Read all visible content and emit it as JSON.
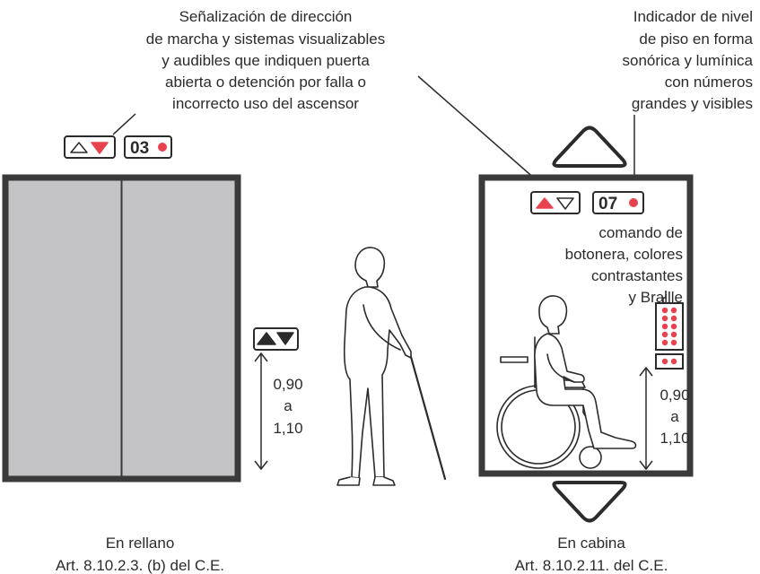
{
  "annotations": {
    "signal": {
      "lines": [
        "Señalización de dirección",
        "de marcha y sistemas visualizables",
        "y audibles que indiquen puerta",
        "abierta o detención por falla o",
        "incorrecto uso del ascensor"
      ]
    },
    "floor_indicator": {
      "lines": [
        "Indicador de nivel",
        "de piso en forma",
        "sonórica y lumínica",
        "con números",
        "grandes y visibles"
      ]
    },
    "panel": {
      "lines": [
        "comando de",
        "botonera, colores",
        "contrastantes",
        "y Braille"
      ]
    }
  },
  "landing": {
    "floor_number": "03",
    "height_lines": [
      "0,90",
      "a",
      "1,10"
    ],
    "caption": "En rellano",
    "article": "Art. 8.10.2.3. (b) del C.E."
  },
  "cabin": {
    "floor_number": "07",
    "height_lines": [
      "0,90",
      "a",
      "1,10"
    ],
    "caption": "En cabina",
    "article": "Art. 8.10.2.11. del C.E."
  },
  "colors": {
    "accent": "#e8424f",
    "frame": "#3a3a3a",
    "door": "#c4c4c6",
    "line": "#2b2b2b"
  }
}
